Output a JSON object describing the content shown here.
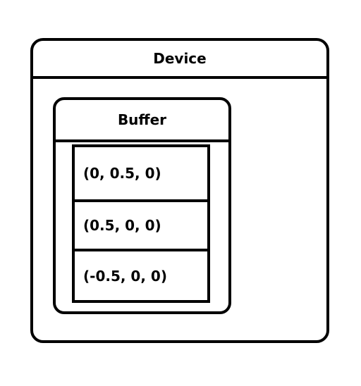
{
  "device": {
    "title": "Device"
  },
  "buffer": {
    "title": "Buffer",
    "vertices": [
      "(0, 0.5, 0)",
      "(0.5, 0, 0)",
      "(-0.5, 0, 0)"
    ]
  }
}
